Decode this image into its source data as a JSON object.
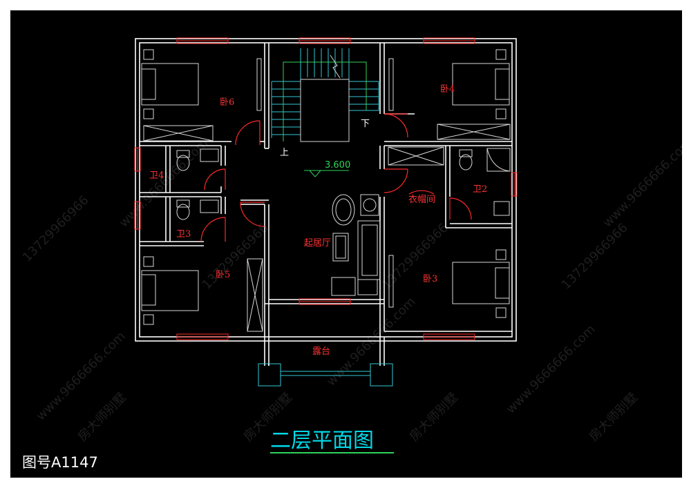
{
  "title": "二层平面图",
  "drawing_number": "图号A1147",
  "elevation": "3.600",
  "stair_labels": {
    "up": "上",
    "down": "下"
  },
  "rooms": {
    "bedroom6": "卧6",
    "bedroom4": "卧4",
    "bedroom5": "卧5",
    "bedroom3": "卧3",
    "bath4": "卫4",
    "bath3": "卫3",
    "bath2": "卫2",
    "closet": "衣帽间",
    "living": "起居厅",
    "terrace": "露台"
  },
  "watermarks": {
    "brand": "房大师别墅",
    "phone": "13729966966",
    "site": "www.9666666.com"
  },
  "colors": {
    "background": "#000000",
    "wall": "#ffffff",
    "window": "#ff2a2a",
    "stair": "#35c8d6",
    "title": "#00d8e8",
    "title_underline": "#2fd45a"
  }
}
